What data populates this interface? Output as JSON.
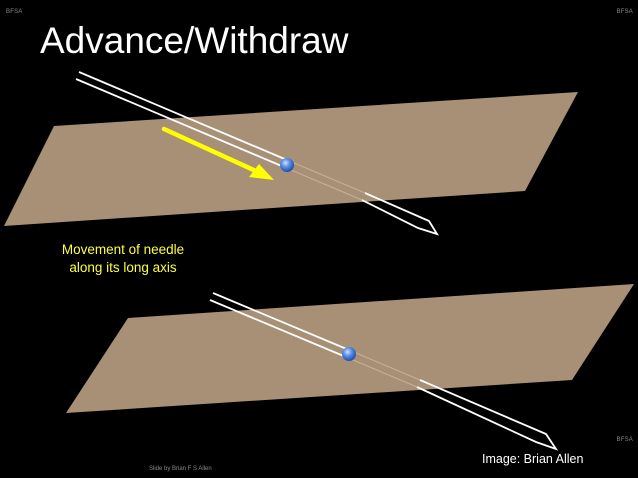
{
  "watermarks": {
    "top_left": "BFSA",
    "top_right": "BFSA",
    "bottom_right": "BFSA"
  },
  "title": "Advance/Withdraw",
  "caption": {
    "line1": "Movement of needle",
    "line2": "along its long axis"
  },
  "image_credit": "Image: Brian Allen",
  "footer": "Slide by Brian F S Allen",
  "colors": {
    "background": "#000000",
    "tissue_plane": "#a89076",
    "needle": "#ffffff",
    "needle_tip_marker": "#4f86e0",
    "arrow": "#ffff00",
    "caption_text": "#ffff3a"
  }
}
